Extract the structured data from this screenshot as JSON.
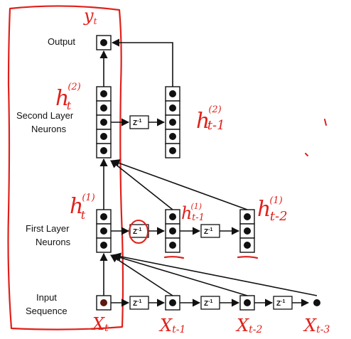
{
  "labels": {
    "output": "Output",
    "second_layer": [
      "Second Layer",
      "Neurons"
    ],
    "first_layer": [
      "First Layer",
      "Neurons"
    ],
    "input": [
      "Input",
      "Sequence"
    ]
  },
  "delay_label": {
    "base": "Z",
    "exp": "-1"
  },
  "annotations": {
    "y_t": {
      "base": "y",
      "sub": "t"
    },
    "h2_t": {
      "base": "h",
      "sup": "(2)",
      "sub": "t"
    },
    "h2_t1": {
      "base": "h",
      "sup": "(2)",
      "sub": "t-1"
    },
    "h1_t": {
      "base": "h",
      "sup": "(1)",
      "sub": "t"
    },
    "h1_t1": {
      "base": "h",
      "sup": "(1)",
      "sub": "t-1"
    },
    "h1_t2": {
      "base": "h",
      "sup": "(1)",
      "sub": "t-2"
    },
    "x_t": {
      "base": "X",
      "sub": "t"
    },
    "x_t1": {
      "base": "X",
      "sub": "t-1"
    },
    "x_t2": {
      "base": "X",
      "sub": "t-2"
    },
    "x_t3": {
      "base": "X",
      "sub": "t-3"
    }
  },
  "colors": {
    "ink": "#111111",
    "annotation_red": "#e0201a",
    "background": "#ffffff"
  }
}
